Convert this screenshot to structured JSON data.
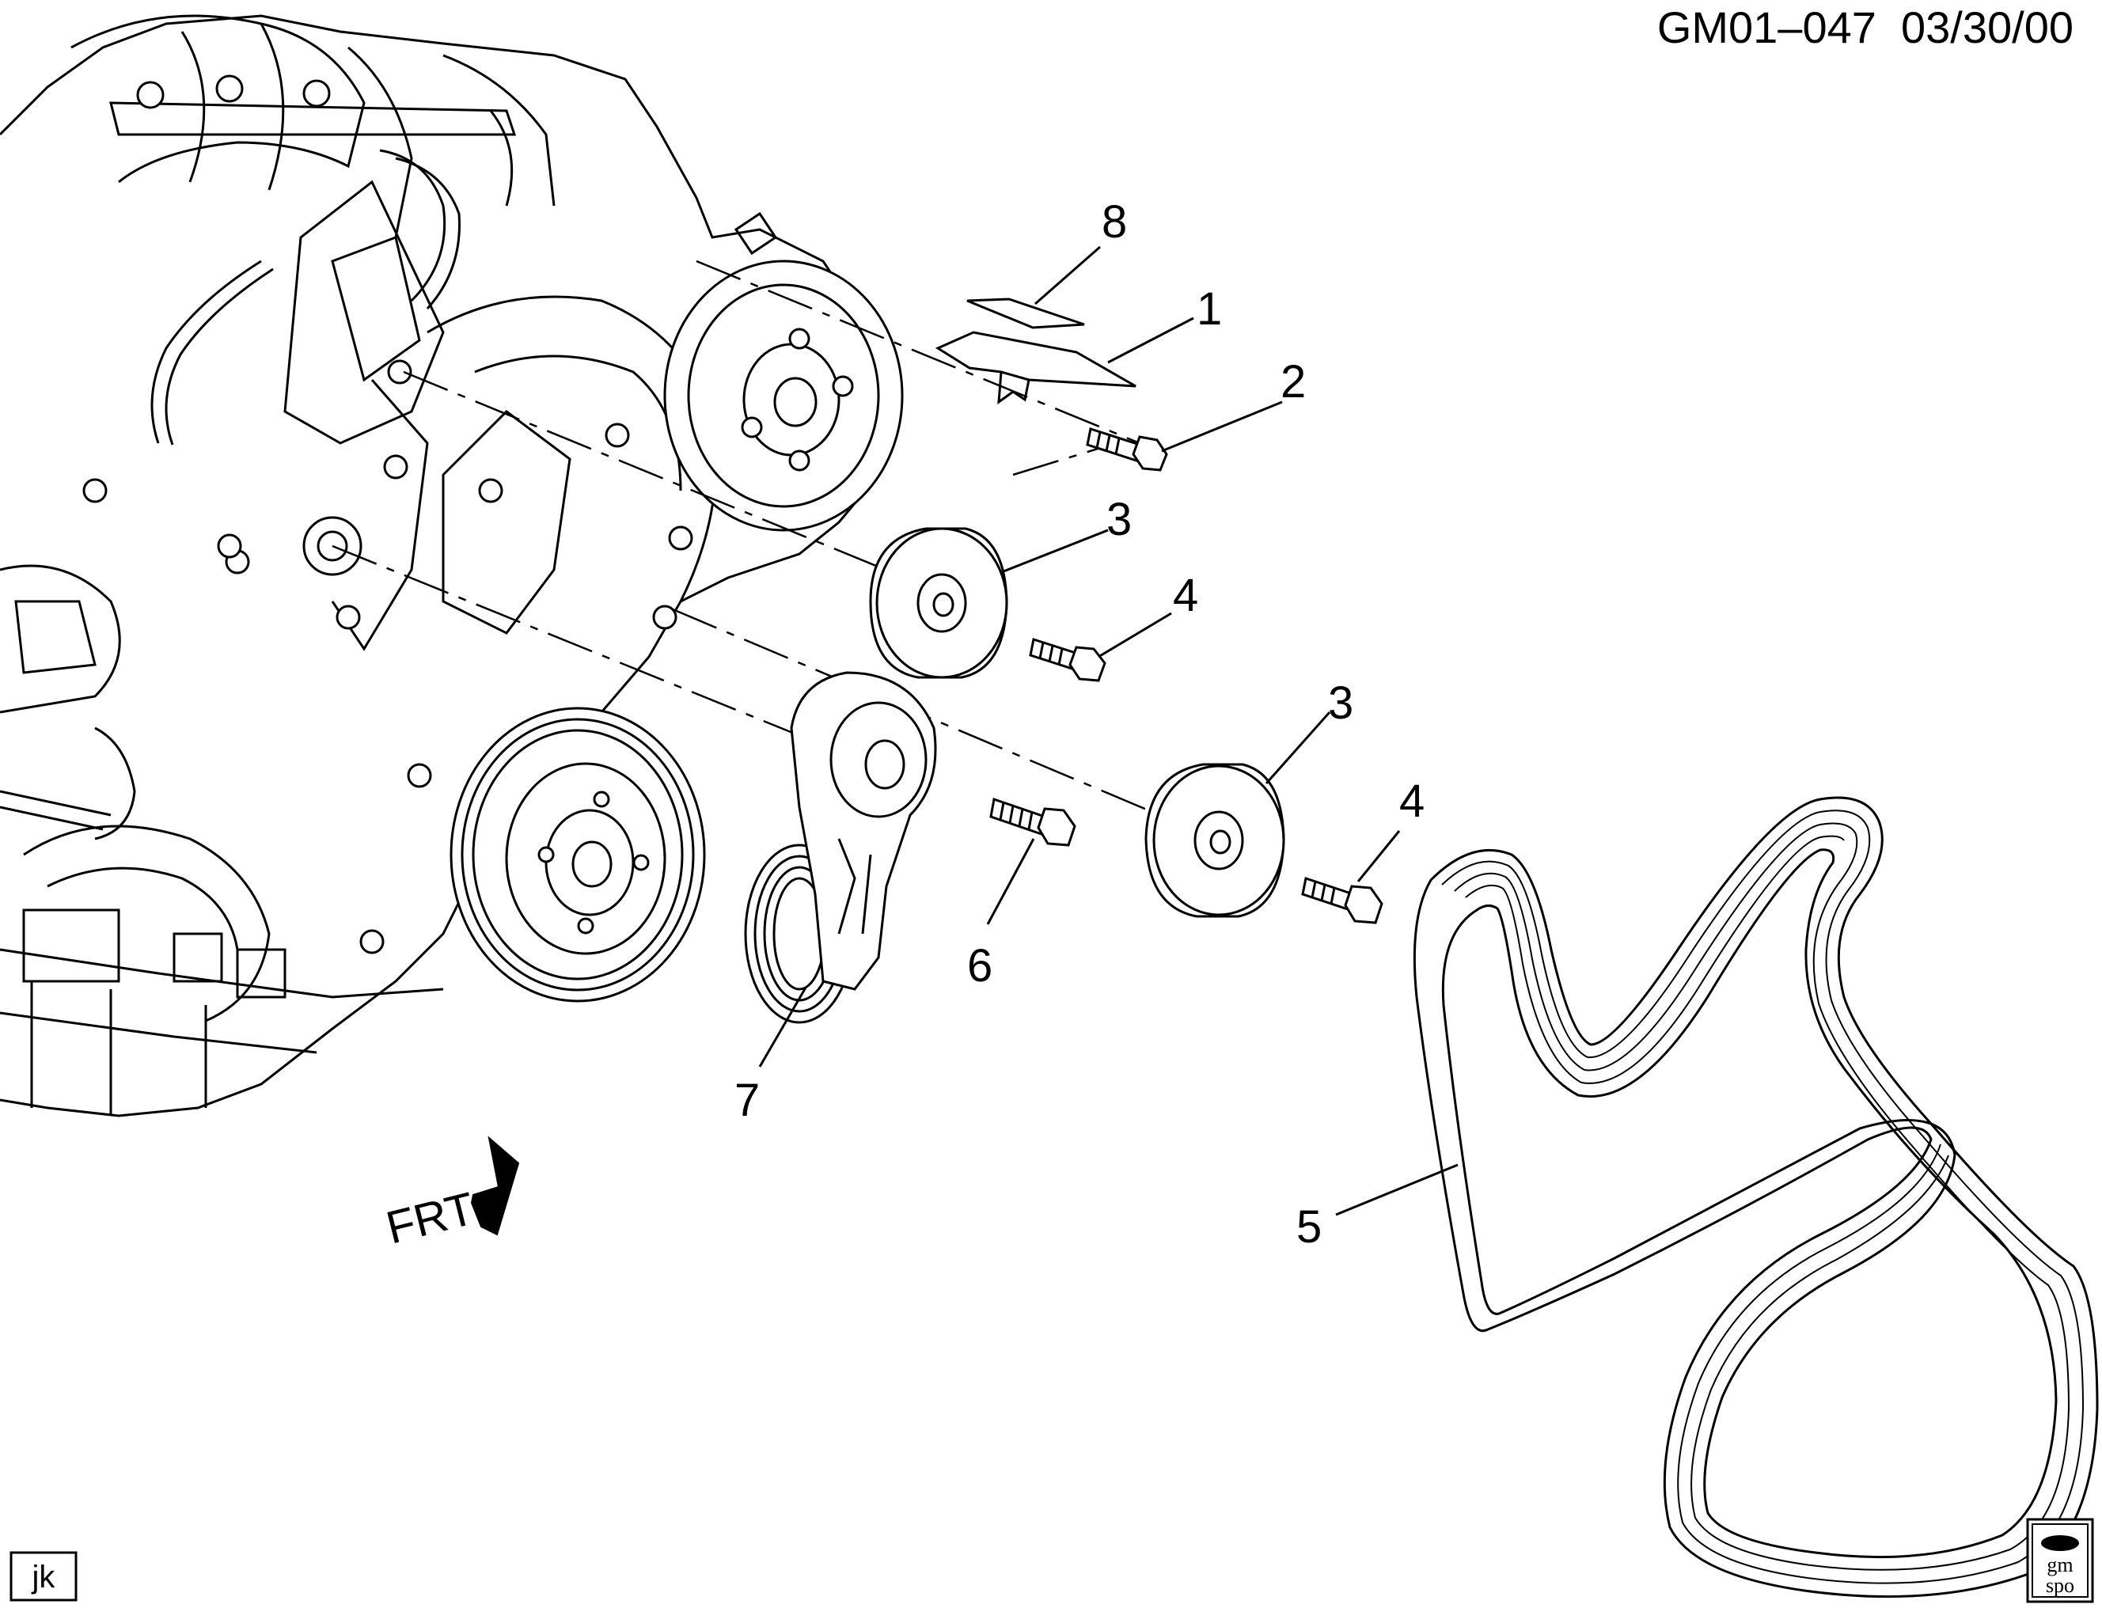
{
  "header": {
    "drawing_code": "GM01–047  03/30/00"
  },
  "corner_tag": "jk",
  "logo": {
    "line1": "gm",
    "line2": "spo"
  },
  "direction": {
    "label": "FRT"
  },
  "callouts": {
    "c1": "1",
    "c2": "2",
    "c3a": "3",
    "c3b": "3",
    "c4a": "4",
    "c4b": "4",
    "c5": "5",
    "c6": "6",
    "c7": "7",
    "c8": "8"
  }
}
